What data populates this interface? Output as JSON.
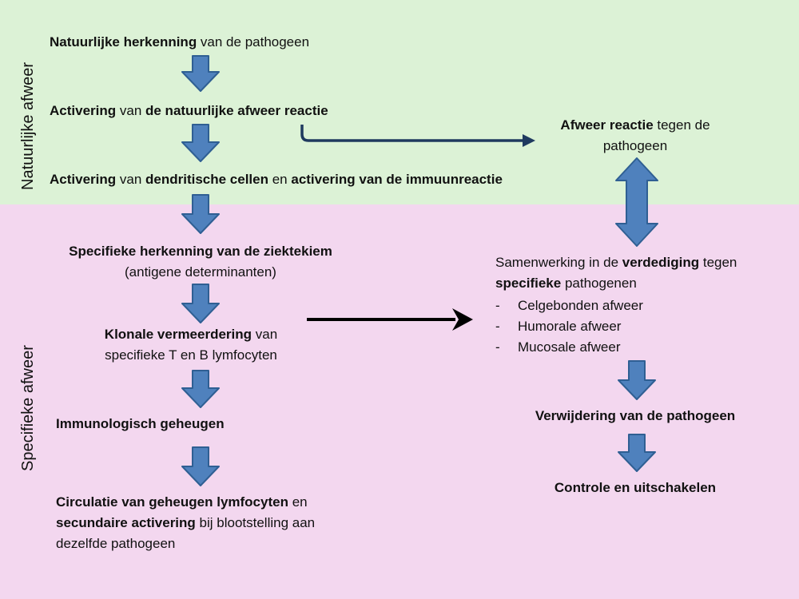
{
  "sections": {
    "innate_label": "Natuurlijke afweer",
    "specific_label": "Specifieke afweer"
  },
  "left": {
    "step1": {
      "bold": "Natuurlijke  herkenning",
      "rest": " van de pathogeen"
    },
    "step2": {
      "b1": "Activering",
      "t1": " van ",
      "b2": "de natuurlijke  afweer reactie"
    },
    "step3": {
      "b1": "Activering",
      "t1": " van ",
      "b2": "dendritische  cellen",
      "t2": " en ",
      "b3": "activering  van de immuunreactie"
    },
    "step4": {
      "line1": "Specifieke herkenning van de ziektekiem",
      "line2": "(antigene determinanten)"
    },
    "step5": {
      "bold": "Klonale  vermeerdering",
      "rest": " van",
      "line2": "specifieke T en B lymfocyten"
    },
    "step6": {
      "bold": "Immunologisch  geheugen"
    },
    "step7": {
      "b1": "Circulatie van geheugen lymfocyten",
      "t1": " en",
      "b2": "secundaire activering",
      "t2": " bij blootstelling aan",
      "line3": "dezelfde  pathogeen"
    }
  },
  "right": {
    "reaction": {
      "bold": "Afweer reactie",
      "rest": " tegen de",
      "line2": "pathogeen"
    },
    "cooperation": {
      "t1": "Samenwerking in de ",
      "b1": "verdediging",
      "t2": " tegen",
      "b2": "specifieke",
      "t3": " pathogenen",
      "items": [
        "Celgebonden  afweer",
        "Humorale afweer",
        "Mucosale afweer"
      ]
    },
    "removal": "Verwijdering  van de pathogeen",
    "control": "Controle  en uitschakelen"
  },
  "colors": {
    "innate_background": "#dcf2d6",
    "specific_background": "#f3d7ef",
    "arrow_fill": "#4f81bd",
    "arrow_stroke": "#2f5f93",
    "connector_dark": "#1f3a5f",
    "connector_black": "#000000"
  }
}
